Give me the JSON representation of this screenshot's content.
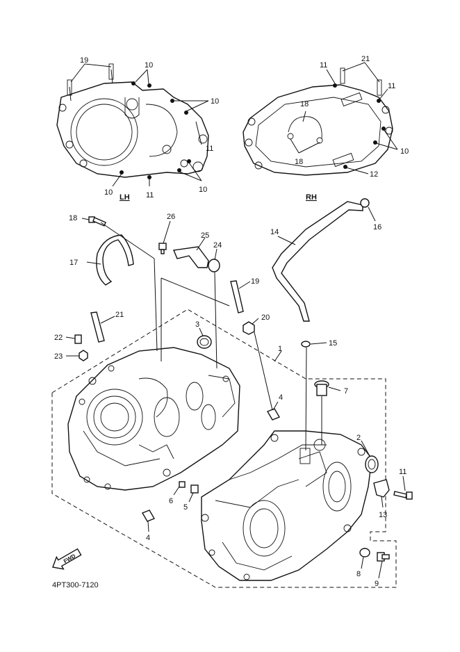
{
  "diagram": {
    "code": "4PT300-7120",
    "side_left": "LH",
    "side_right": "RH",
    "fwd": "FWD",
    "callouts": [
      "1",
      "2",
      "3",
      "4",
      "5",
      "6",
      "7",
      "8",
      "9",
      "10",
      "11",
      "12",
      "13",
      "14",
      "15",
      "16",
      "17",
      "18",
      "19",
      "20",
      "21",
      "22",
      "23",
      "24",
      "25",
      "26"
    ],
    "lh_cover_labels": [
      "19",
      "10",
      "10",
      "11",
      "10",
      "11",
      "10"
    ],
    "rh_cover_labels": [
      "21",
      "11",
      "11",
      "18",
      "18",
      "10",
      "12"
    ]
  }
}
